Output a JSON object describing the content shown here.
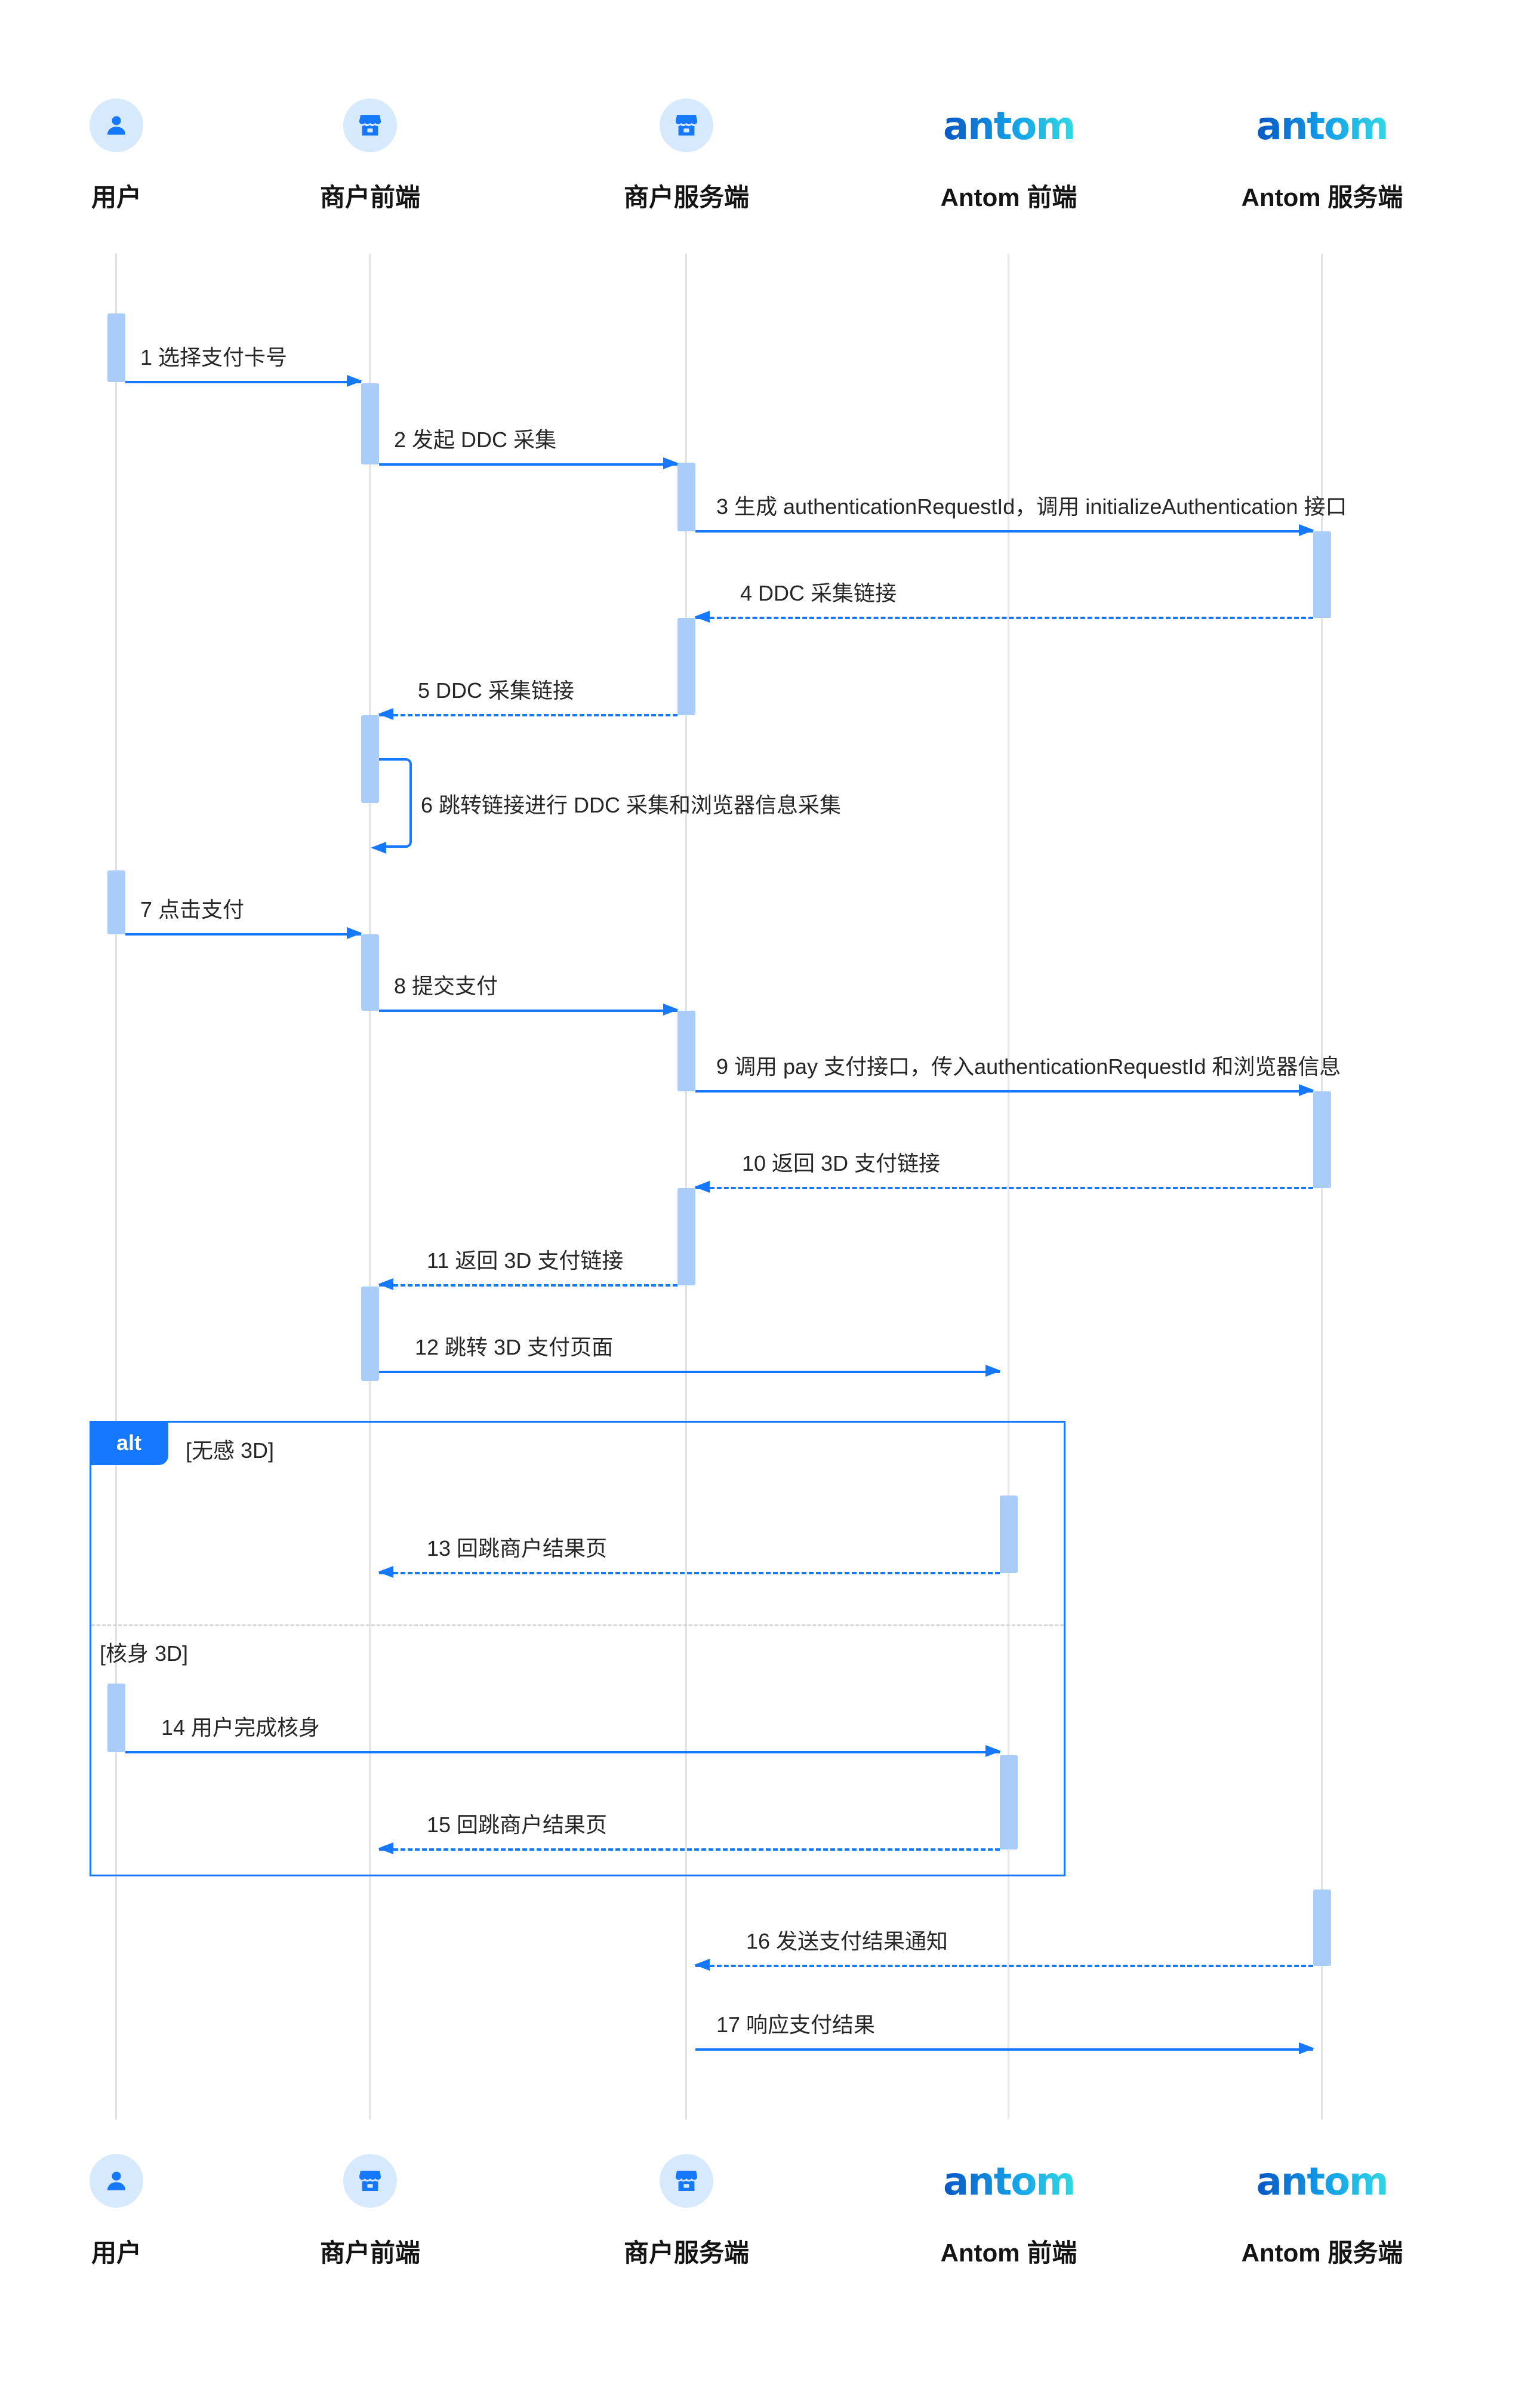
{
  "brand": {
    "logo_text": "antom"
  },
  "actors": [
    {
      "label": "用户",
      "icon": "user-icon"
    },
    {
      "label": "商户前端",
      "icon": "shop-icon"
    },
    {
      "label": "商户服务端",
      "icon": "shop-icon"
    },
    {
      "label": "Antom 前端",
      "icon": "antom-logo"
    },
    {
      "label": "Antom 服务端",
      "icon": "antom-logo"
    }
  ],
  "messages": [
    {
      "label": "1 选择支付卡号",
      "from": "用户",
      "to": "商户前端",
      "line": "solid"
    },
    {
      "label": "2 发起 DDC 采集",
      "from": "商户前端",
      "to": "商户服务端",
      "line": "solid"
    },
    {
      "label": "3 生成 authenticationRequestId，调用 initializeAuthentication 接口",
      "from": "商户服务端",
      "to": "Antom 服务端",
      "line": "solid"
    },
    {
      "label": "4 DDC 采集链接",
      "from": "Antom 服务端",
      "to": "商户服务端",
      "line": "dashed"
    },
    {
      "label": "5 DDC 采集链接",
      "from": "商户服务端",
      "to": "商户前端",
      "line": "dashed"
    },
    {
      "label": "6 跳转链接进行 DDC 采集和浏览器信息采集",
      "from": "商户前端",
      "to": "商户前端",
      "line": "self"
    },
    {
      "label": "7 点击支付",
      "from": "用户",
      "to": "商户前端",
      "line": "solid"
    },
    {
      "label": "8 提交支付",
      "from": "商户前端",
      "to": "商户服务端",
      "line": "solid"
    },
    {
      "label": "9 调用 pay 支付接口，传入authenticationRequestId 和浏览器信息",
      "from": "商户服务端",
      "to": "Antom 服务端",
      "line": "solid"
    },
    {
      "label": "10 返回 3D 支付链接",
      "from": "Antom 服务端",
      "to": "商户服务端",
      "line": "dashed"
    },
    {
      "label": "11 返回 3D 支付链接",
      "from": "商户服务端",
      "to": "商户前端",
      "line": "dashed"
    },
    {
      "label": "12 跳转 3D 支付页面",
      "from": "商户前端",
      "to": "Antom 前端",
      "line": "solid"
    },
    {
      "label": "13 回跳商户结果页",
      "from": "Antom 前端",
      "to": "商户前端",
      "line": "dashed"
    },
    {
      "label": "14 用户完成核身",
      "from": "用户",
      "to": "Antom 前端",
      "line": "solid"
    },
    {
      "label": "15 回跳商户结果页",
      "from": "Antom 前端",
      "to": "商户前端",
      "line": "dashed"
    },
    {
      "label": "16 发送支付结果通知",
      "from": "Antom 服务端",
      "to": "商户服务端",
      "line": "dashed"
    },
    {
      "label": "17 响应支付结果",
      "from": "商户服务端",
      "to": "Antom 服务端",
      "line": "solid"
    }
  ],
  "alt_frame": {
    "badge": "alt",
    "sections": [
      {
        "condition": "[无感 3D]"
      },
      {
        "condition": "[核身 3D]"
      }
    ]
  },
  "colors": {
    "accent_blue": "#1677ff",
    "activation_fill": "#a9cdf8",
    "lifeline": "#e3e3e3",
    "icon_bg": "#d7e9fd",
    "logo_blue": "#0857c3",
    "logo_cyan": "#32d9e2"
  }
}
